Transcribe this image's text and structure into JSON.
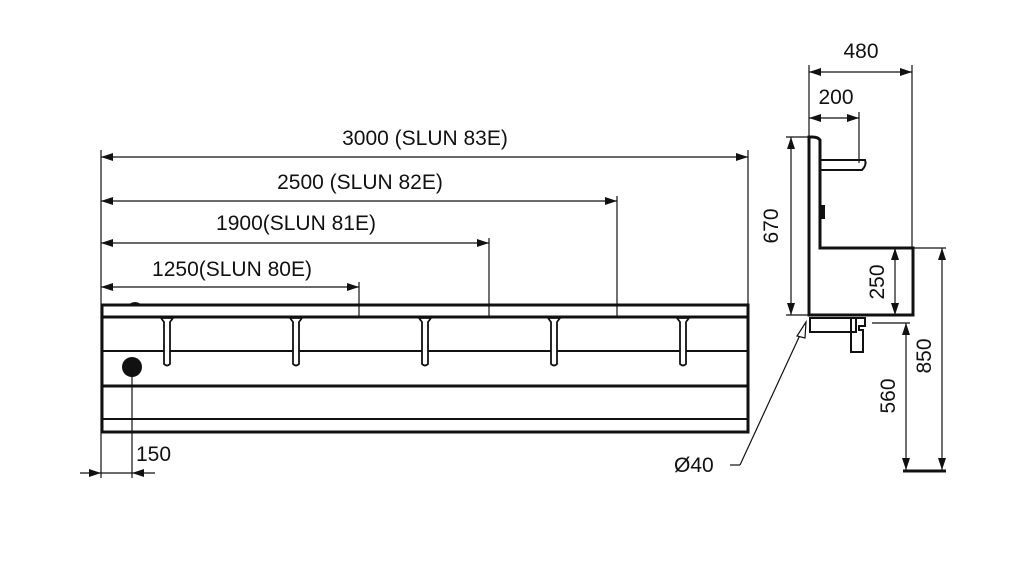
{
  "front_view": {
    "dimensions": {
      "d3000": "3000 (SLUN 83E)",
      "d2500": "2500 (SLUN 82E)",
      "d1900": "1900(SLUN 81E)",
      "d1250": "1250(SLUN 80E)",
      "d150": "150"
    },
    "faucet_count": 5
  },
  "side_view": {
    "dimensions": {
      "d480": "480",
      "d200": "200",
      "d670": "670",
      "d250": "250",
      "d850": "850",
      "d560": "560",
      "drain": "Ø40"
    }
  }
}
